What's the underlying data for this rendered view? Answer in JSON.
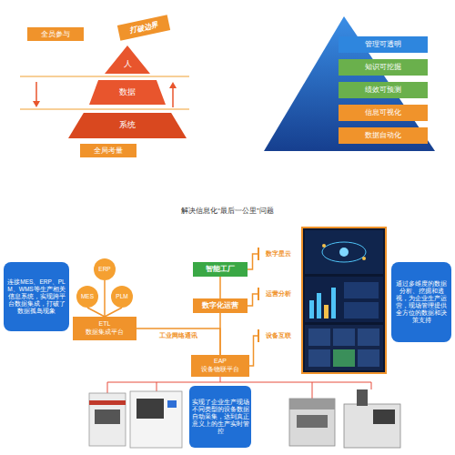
{
  "diagram": {
    "title": "解决信息化“最后一公里”问题",
    "nodes": [
      {
        "text": [
          "全员参与"
        ]
      },
      {
        "text": [
          "打破边界"
        ]
      },
      {
        "text": [
          "人"
        ]
      },
      {
        "text": [
          "数据"
        ]
      },
      {
        "text": [
          "系统"
        ]
      },
      {
        "text": [
          "全局考量"
        ]
      },
      {
        "text": [
          "管理可透明"
        ]
      },
      {
        "text": [
          "知识可挖掘"
        ]
      },
      {
        "text": [
          "绩效可预测"
        ]
      },
      {
        "text": [
          "信息可视化"
        ]
      },
      {
        "text": [
          "数据自动化"
        ]
      },
      {
        "text": [
          "连接MES、ERP、PLM、WMS等生产相关信息系统，实现跨平台数据集成，打破了数据孤岛现象"
        ]
      },
      {
        "text": [
          "ERP"
        ]
      },
      {
        "text": [
          "MES"
        ]
      },
      {
        "text": [
          "PLM"
        ]
      },
      {
        "text": [
          "智能工厂"
        ]
      },
      {
        "text": [
          "数字星云"
        ]
      },
      {
        "text": [
          "运营分析"
        ]
      },
      {
        "text": [
          "设备互联"
        ]
      },
      {
        "text": [
          "通过多维度的数据分析、挖掘和透视，为企业生产运营，现场管理提供全方位的数据和决策支持"
        ]
      },
      {
        "text": [
          "ETL",
          "数据集成平台"
        ]
      },
      {
        "text": [
          "数字化运营"
        ]
      },
      {
        "text": [
          "EAP",
          "设备物联平台"
        ]
      },
      {
        "text": [
          "实现了企业生产现场不同类型的设备数据自动采集，达到真正意义上的生产实时管控"
        ]
      }
    ],
    "edges": [
      {
        "from": 12,
        "to": 20,
        "arrow": "none"
      },
      {
        "from": 13,
        "to": 20,
        "arrow": "none"
      },
      {
        "from": 14,
        "to": 20,
        "arrow": "none"
      },
      {
        "from": 20,
        "to": 22,
        "label": "工业网络通讯",
        "arrow": "none"
      },
      {
        "from": 15,
        "to": 21,
        "arrow": "none"
      },
      {
        "from": 21,
        "to": 22,
        "arrow": "none"
      },
      {
        "from": 15,
        "to": 16,
        "arrow": "none"
      },
      {
        "from": 21,
        "to": 17,
        "arrow": "none"
      },
      {
        "from": 22,
        "to": 18,
        "arrow": "none"
      }
    ]
  }
}
